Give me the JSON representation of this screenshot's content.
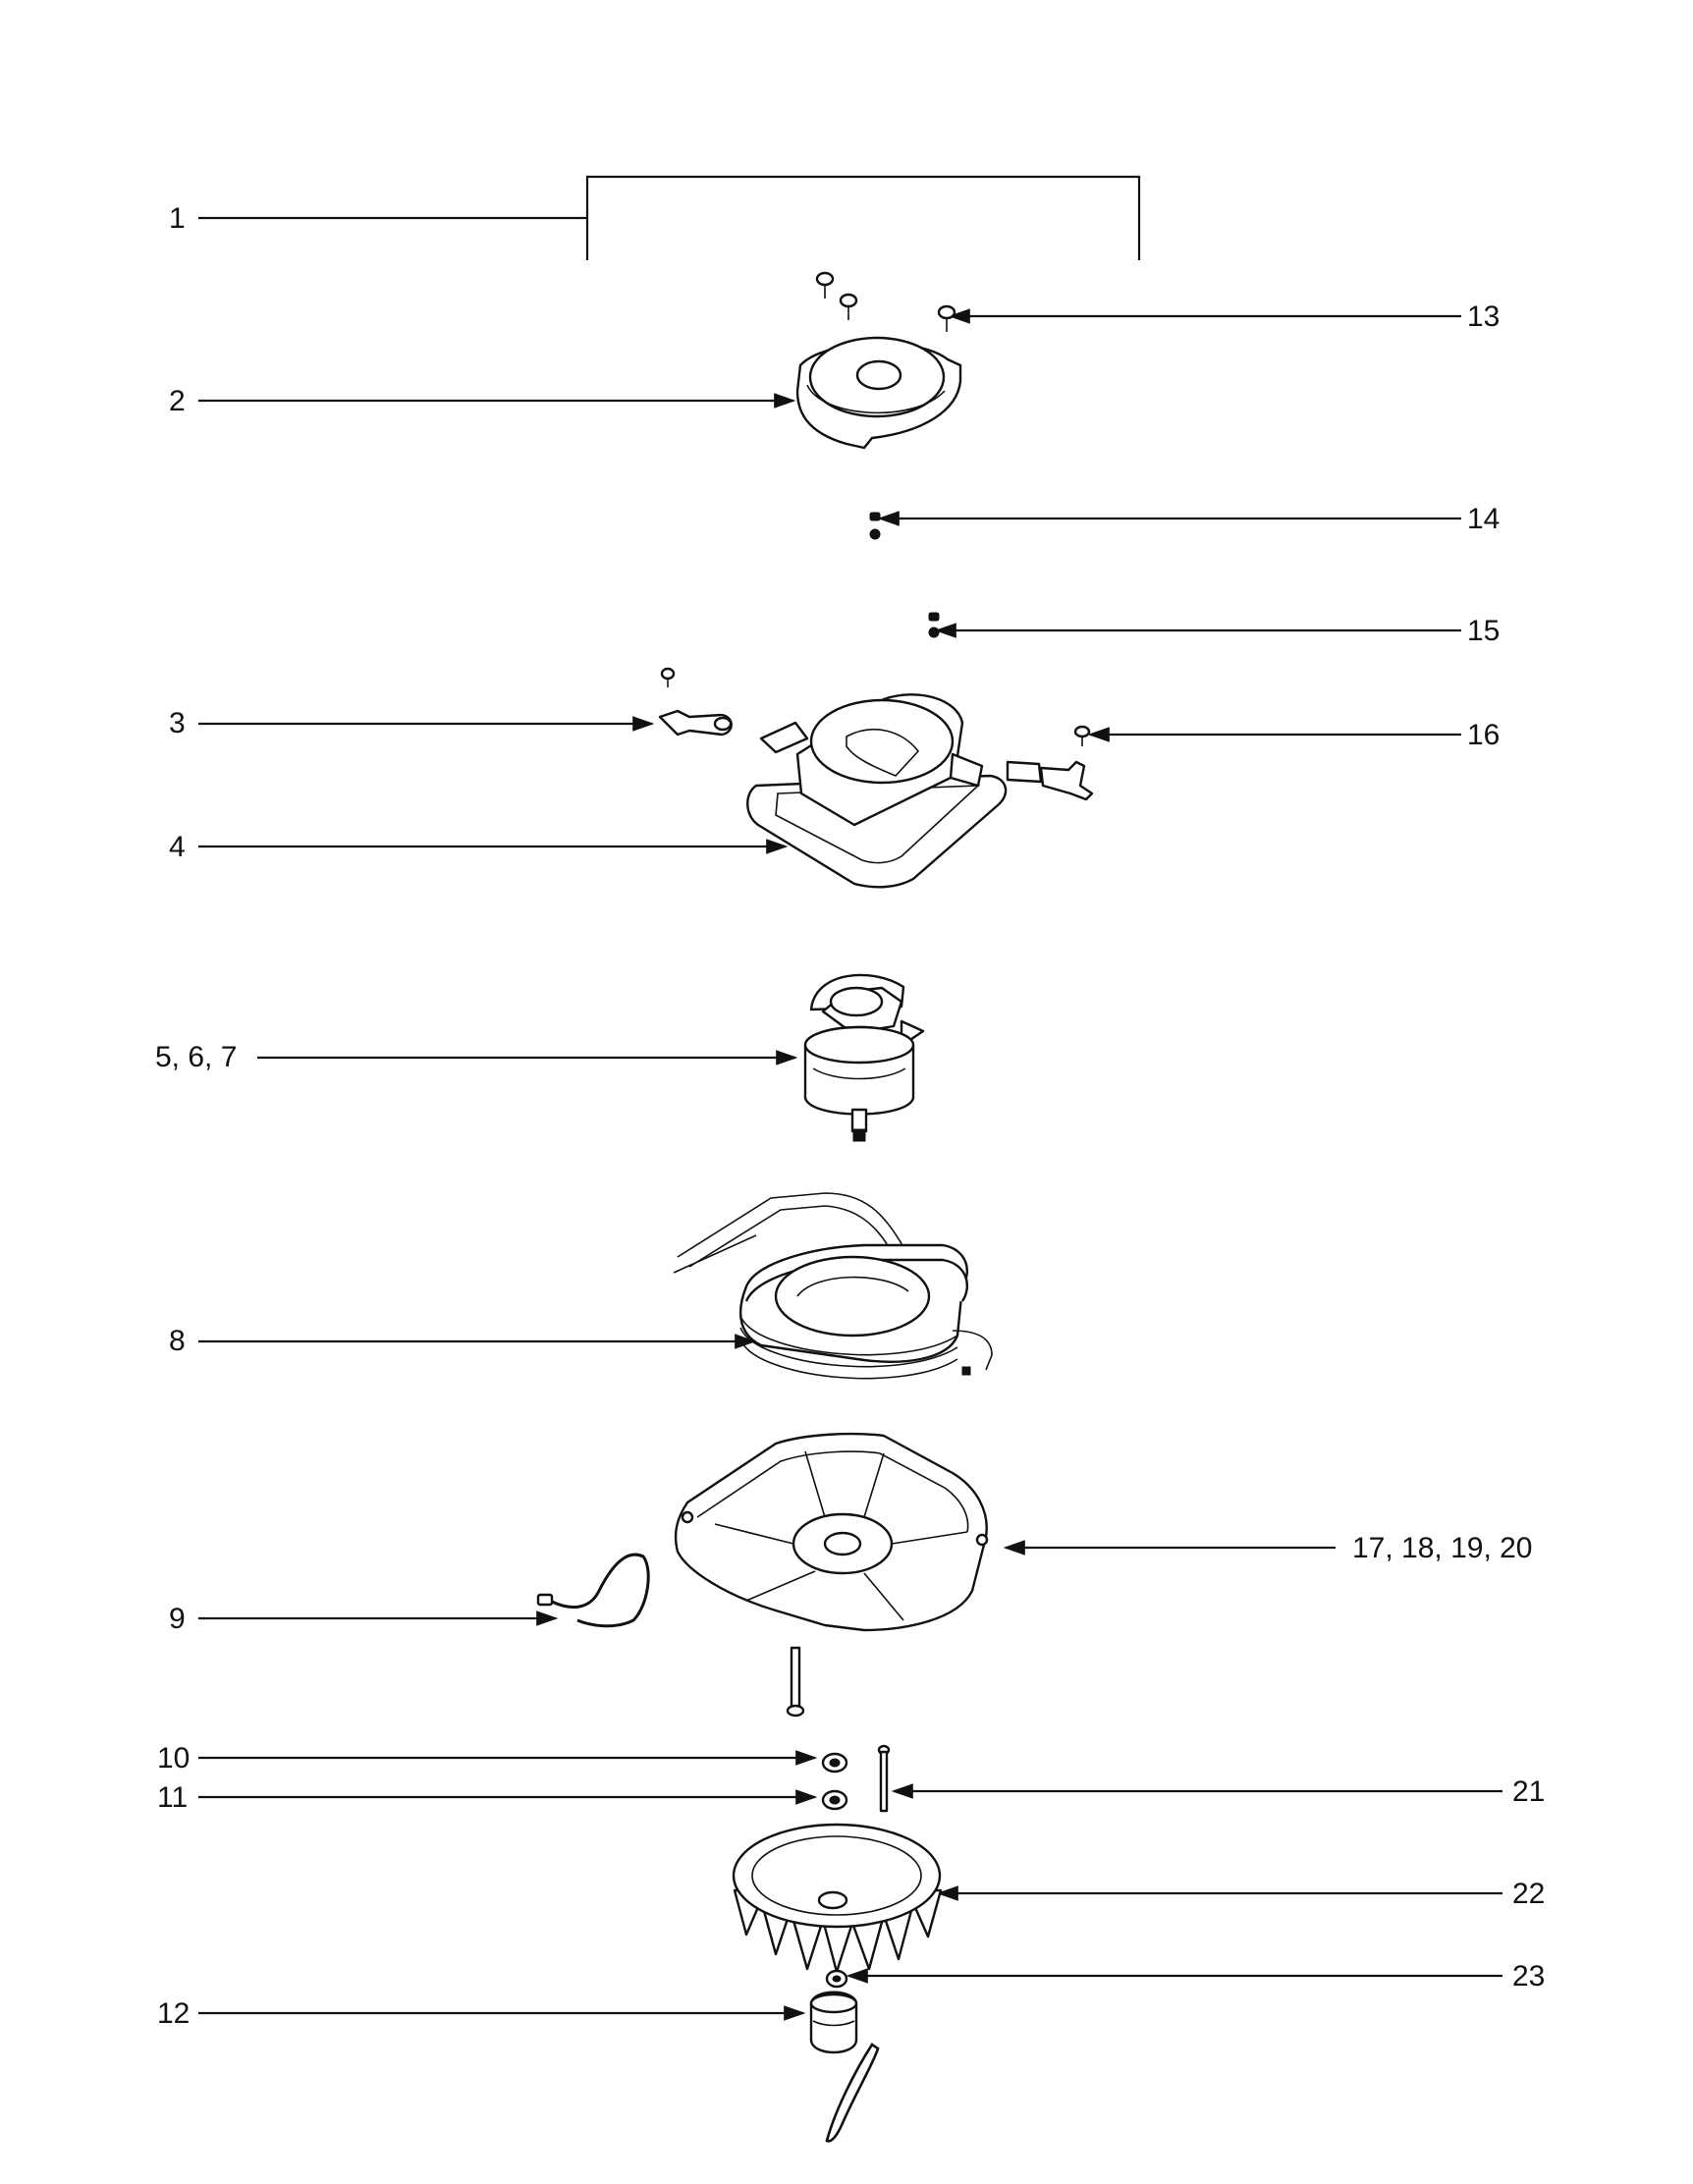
{
  "diagram": {
    "callouts": [
      {
        "id": "c1",
        "label": "1"
      },
      {
        "id": "c2",
        "label": "2"
      },
      {
        "id": "c3",
        "label": "3"
      },
      {
        "id": "c4",
        "label": "4"
      },
      {
        "id": "c5",
        "label": "5, 6, 7"
      },
      {
        "id": "c8",
        "label": "8"
      },
      {
        "id": "c9",
        "label": "9"
      },
      {
        "id": "c10",
        "label": "10"
      },
      {
        "id": "c11",
        "label": "11"
      },
      {
        "id": "c12",
        "label": "12"
      },
      {
        "id": "c13",
        "label": "13"
      },
      {
        "id": "c14",
        "label": "14"
      },
      {
        "id": "c15",
        "label": "15"
      },
      {
        "id": "c16",
        "label": "16"
      },
      {
        "id": "c17",
        "label": "17, 18, 19, 20"
      },
      {
        "id": "c21",
        "label": "21"
      },
      {
        "id": "c22",
        "label": "22"
      },
      {
        "id": "c23",
        "label": "23"
      }
    ],
    "parts": [
      "screw",
      "end-bracket",
      "bearing-ball",
      "brush-holder",
      "brush-frame",
      "armature",
      "field-stator",
      "power-cord",
      "fan-housing",
      "through-bolt",
      "washer",
      "spacer",
      "fan",
      "nut",
      "pulley",
      "belt"
    ]
  }
}
